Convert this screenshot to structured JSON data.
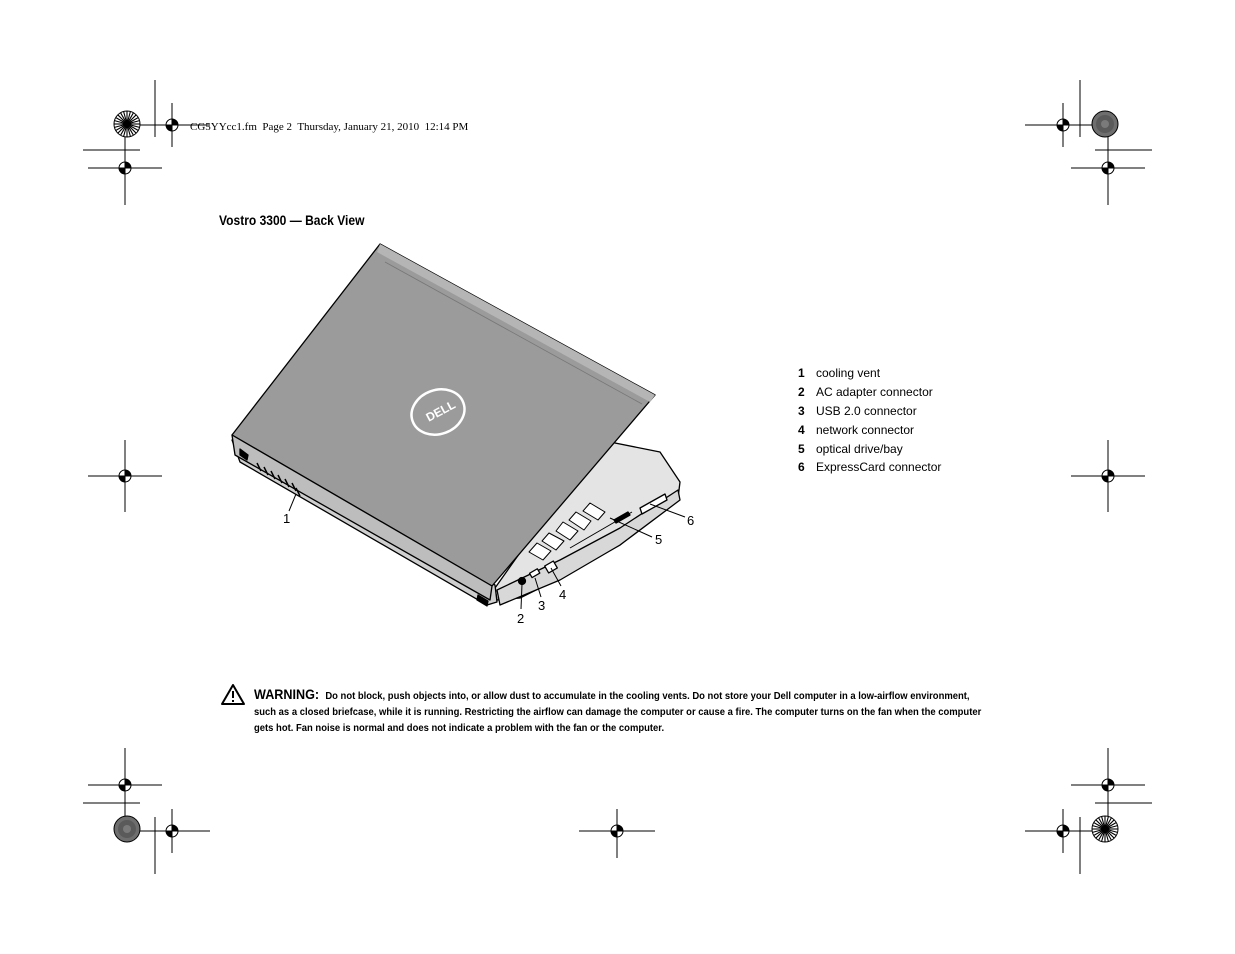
{
  "header": {
    "text": "CG5YYcc1.fm  Page 2  Thursday, January 21, 2010  12:14 PM"
  },
  "title": "Vostro 3300 — Back View",
  "figure": {
    "logo_text": "DELL",
    "callouts": [
      "1",
      "2",
      "3",
      "4",
      "5",
      "6"
    ]
  },
  "legend": [
    {
      "num": "1",
      "label": "cooling vent"
    },
    {
      "num": "2",
      "label": "AC adapter connector"
    },
    {
      "num": "3",
      "label": "USB 2.0 connector"
    },
    {
      "num": "4",
      "label": "network connector"
    },
    {
      "num": "5",
      "label": "optical drive/bay"
    },
    {
      "num": "6",
      "label": "ExpressCard connector"
    }
  ],
  "warning": {
    "label": "WARNING:",
    "text": "Do not block, push objects into, or allow dust to accumulate in the cooling vents. Do not store your Dell computer in a low-airflow environment, such as a closed briefcase, while it is running. Restricting the airflow can damage the computer or cause a fire. The computer turns on the fan when the computer gets hot. Fan noise is normal and does not indicate a problem with the fan or the computer."
  }
}
